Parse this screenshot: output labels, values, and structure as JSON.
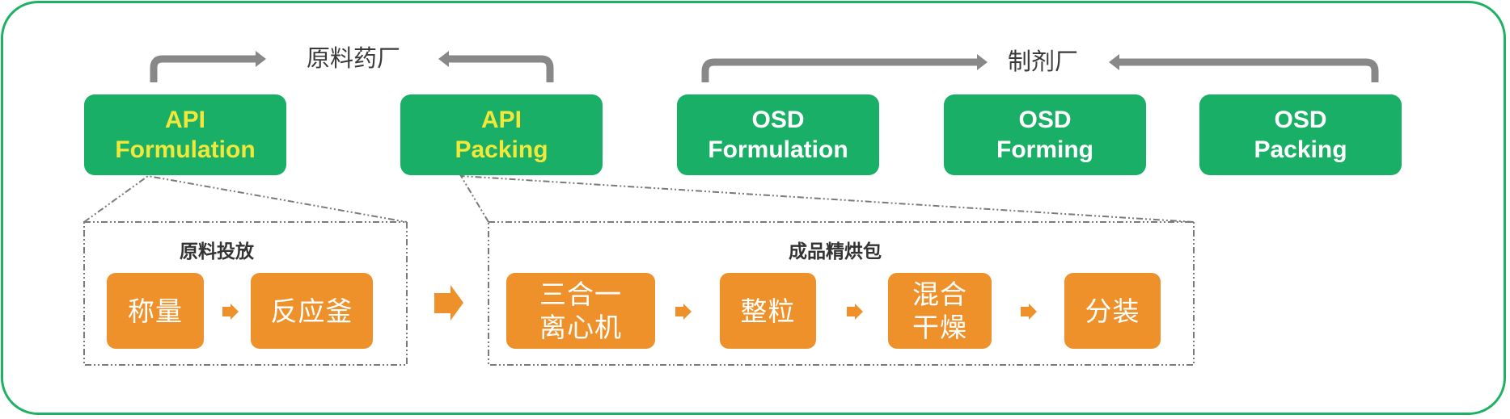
{
  "colors": {
    "frame_border": "#1DB162",
    "stage_green": "#19AF66",
    "api_text_yellow": "#F2E83A",
    "step_orange": "#EE912A",
    "connector_gray": "#888888",
    "label_dark": "#333333"
  },
  "factories": {
    "api_plant": "原料药厂",
    "formulation_plant": "制剂厂"
  },
  "stages": [
    {
      "line1": "API",
      "line2": "Formulation"
    },
    {
      "line1": "API",
      "line2": "Packing"
    },
    {
      "line1": "OSD",
      "line2": "Formulation"
    },
    {
      "line1": "OSD",
      "line2": "Forming"
    },
    {
      "line1": "OSD",
      "line2": "Packing"
    }
  ],
  "detail_groups": [
    {
      "title": "原料投放",
      "steps": [
        {
          "line1": "称量",
          "line2": ""
        },
        {
          "line1": "反应釜",
          "line2": ""
        }
      ]
    },
    {
      "title": "成品精烘包",
      "steps": [
        {
          "line1": "三合一",
          "line2": "离心机"
        },
        {
          "line1": "整粒",
          "line2": ""
        },
        {
          "line1": "混合",
          "line2": "干燥"
        },
        {
          "line1": "分装",
          "line2": ""
        }
      ]
    }
  ]
}
